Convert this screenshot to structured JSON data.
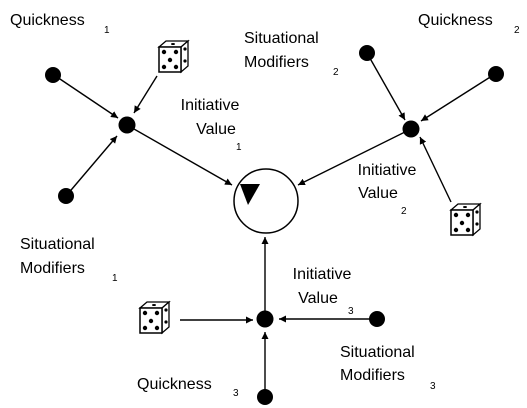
{
  "groups": [
    {
      "quickness": "Quickness",
      "situational_1": "Situational",
      "situational_2": "Modifiers",
      "initiative_1": "Initiative",
      "initiative_2": "Value",
      "subscript": "1"
    },
    {
      "quickness": "Quickness",
      "situational_1": "Situational",
      "situational_2": "Modifiers",
      "initiative_1": "Initiative",
      "initiative_2": "Value",
      "subscript": "2"
    },
    {
      "quickness": "Quickness",
      "situational_1": "Situational",
      "situational_2": "Modifiers",
      "initiative_1": "Initiative",
      "initiative_2": "Value",
      "subscript": "3"
    }
  ],
  "center": {
    "icon": "play-triangle-icon"
  },
  "icons": {
    "die": "die-five-icon"
  }
}
